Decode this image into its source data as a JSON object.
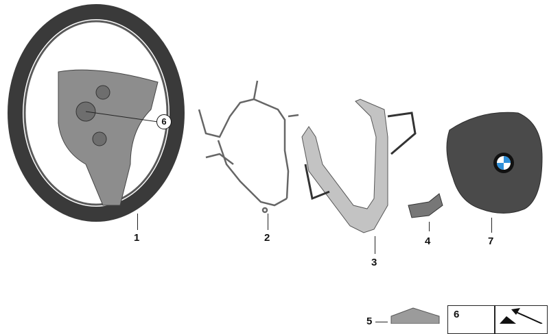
{
  "diagram": {
    "type": "exploded parts diagram",
    "subject": "Steering wheel assembly"
  },
  "parts": [
    {
      "number": "1",
      "name": "steering-wheel"
    },
    {
      "number": "2",
      "name": "wiring-harness"
    },
    {
      "number": "3",
      "name": "trim-cover"
    },
    {
      "number": "4",
      "name": "switch"
    },
    {
      "number": "5",
      "name": "small-parts-box"
    },
    {
      "number": "6",
      "name": "screw"
    },
    {
      "number": "7",
      "name": "airbag-module"
    }
  ],
  "callouts": {
    "screw_callout": "6"
  },
  "legend": {
    "box5_label": "5",
    "box6_label": "6"
  },
  "colors": {
    "wheel": "#3a3a3a",
    "trim": "#b9b9b9",
    "airbag": "#4a4a4a",
    "bmw_blue": "#2f8fd8"
  }
}
